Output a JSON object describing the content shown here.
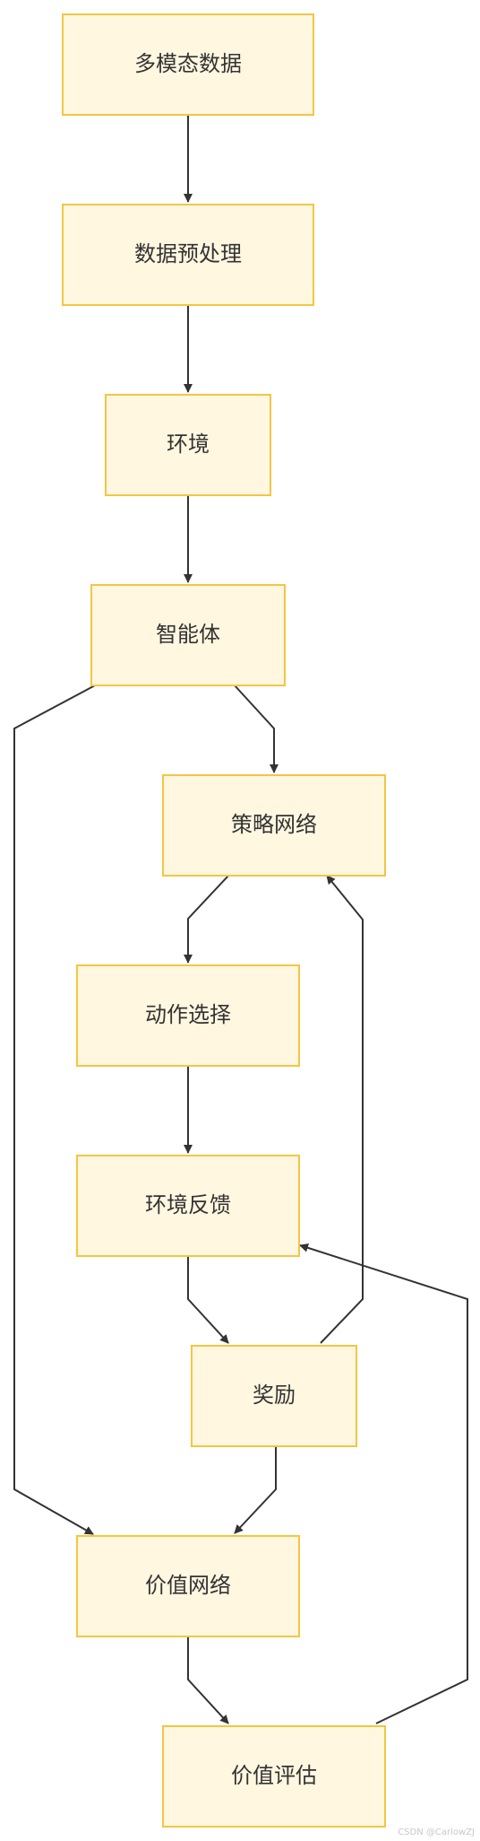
{
  "diagram": {
    "nodes": {
      "multimodal_data": "多模态数据",
      "data_preprocess": "数据预处理",
      "environment": "环境",
      "agent": "智能体",
      "policy_network": "策略网络",
      "action_selection": "动作选择",
      "env_feedback": "环境反馈",
      "reward": "奖励",
      "value_network": "价值网络",
      "value_evaluation": "价值评估"
    },
    "edges": [
      {
        "from": "多模态数据",
        "to": "数据预处理"
      },
      {
        "from": "数据预处理",
        "to": "环境"
      },
      {
        "from": "环境",
        "to": "智能体"
      },
      {
        "from": "智能体",
        "to": "策略网络"
      },
      {
        "from": "智能体",
        "to": "价值网络"
      },
      {
        "from": "策略网络",
        "to": "动作选择"
      },
      {
        "from": "动作选择",
        "to": "环境反馈"
      },
      {
        "from": "环境反馈",
        "to": "奖励"
      },
      {
        "from": "奖励",
        "to": "策略网络"
      },
      {
        "from": "奖励",
        "to": "价值网络"
      },
      {
        "from": "价值网络",
        "to": "价值评估"
      },
      {
        "from": "价值评估",
        "to": "环境反馈"
      }
    ],
    "colors": {
      "node_fill": "#fff7e0",
      "node_stroke": "#f5c542",
      "edge": "#333333",
      "text": "#333333"
    }
  },
  "watermark": "CSDN @CarlowZJ"
}
